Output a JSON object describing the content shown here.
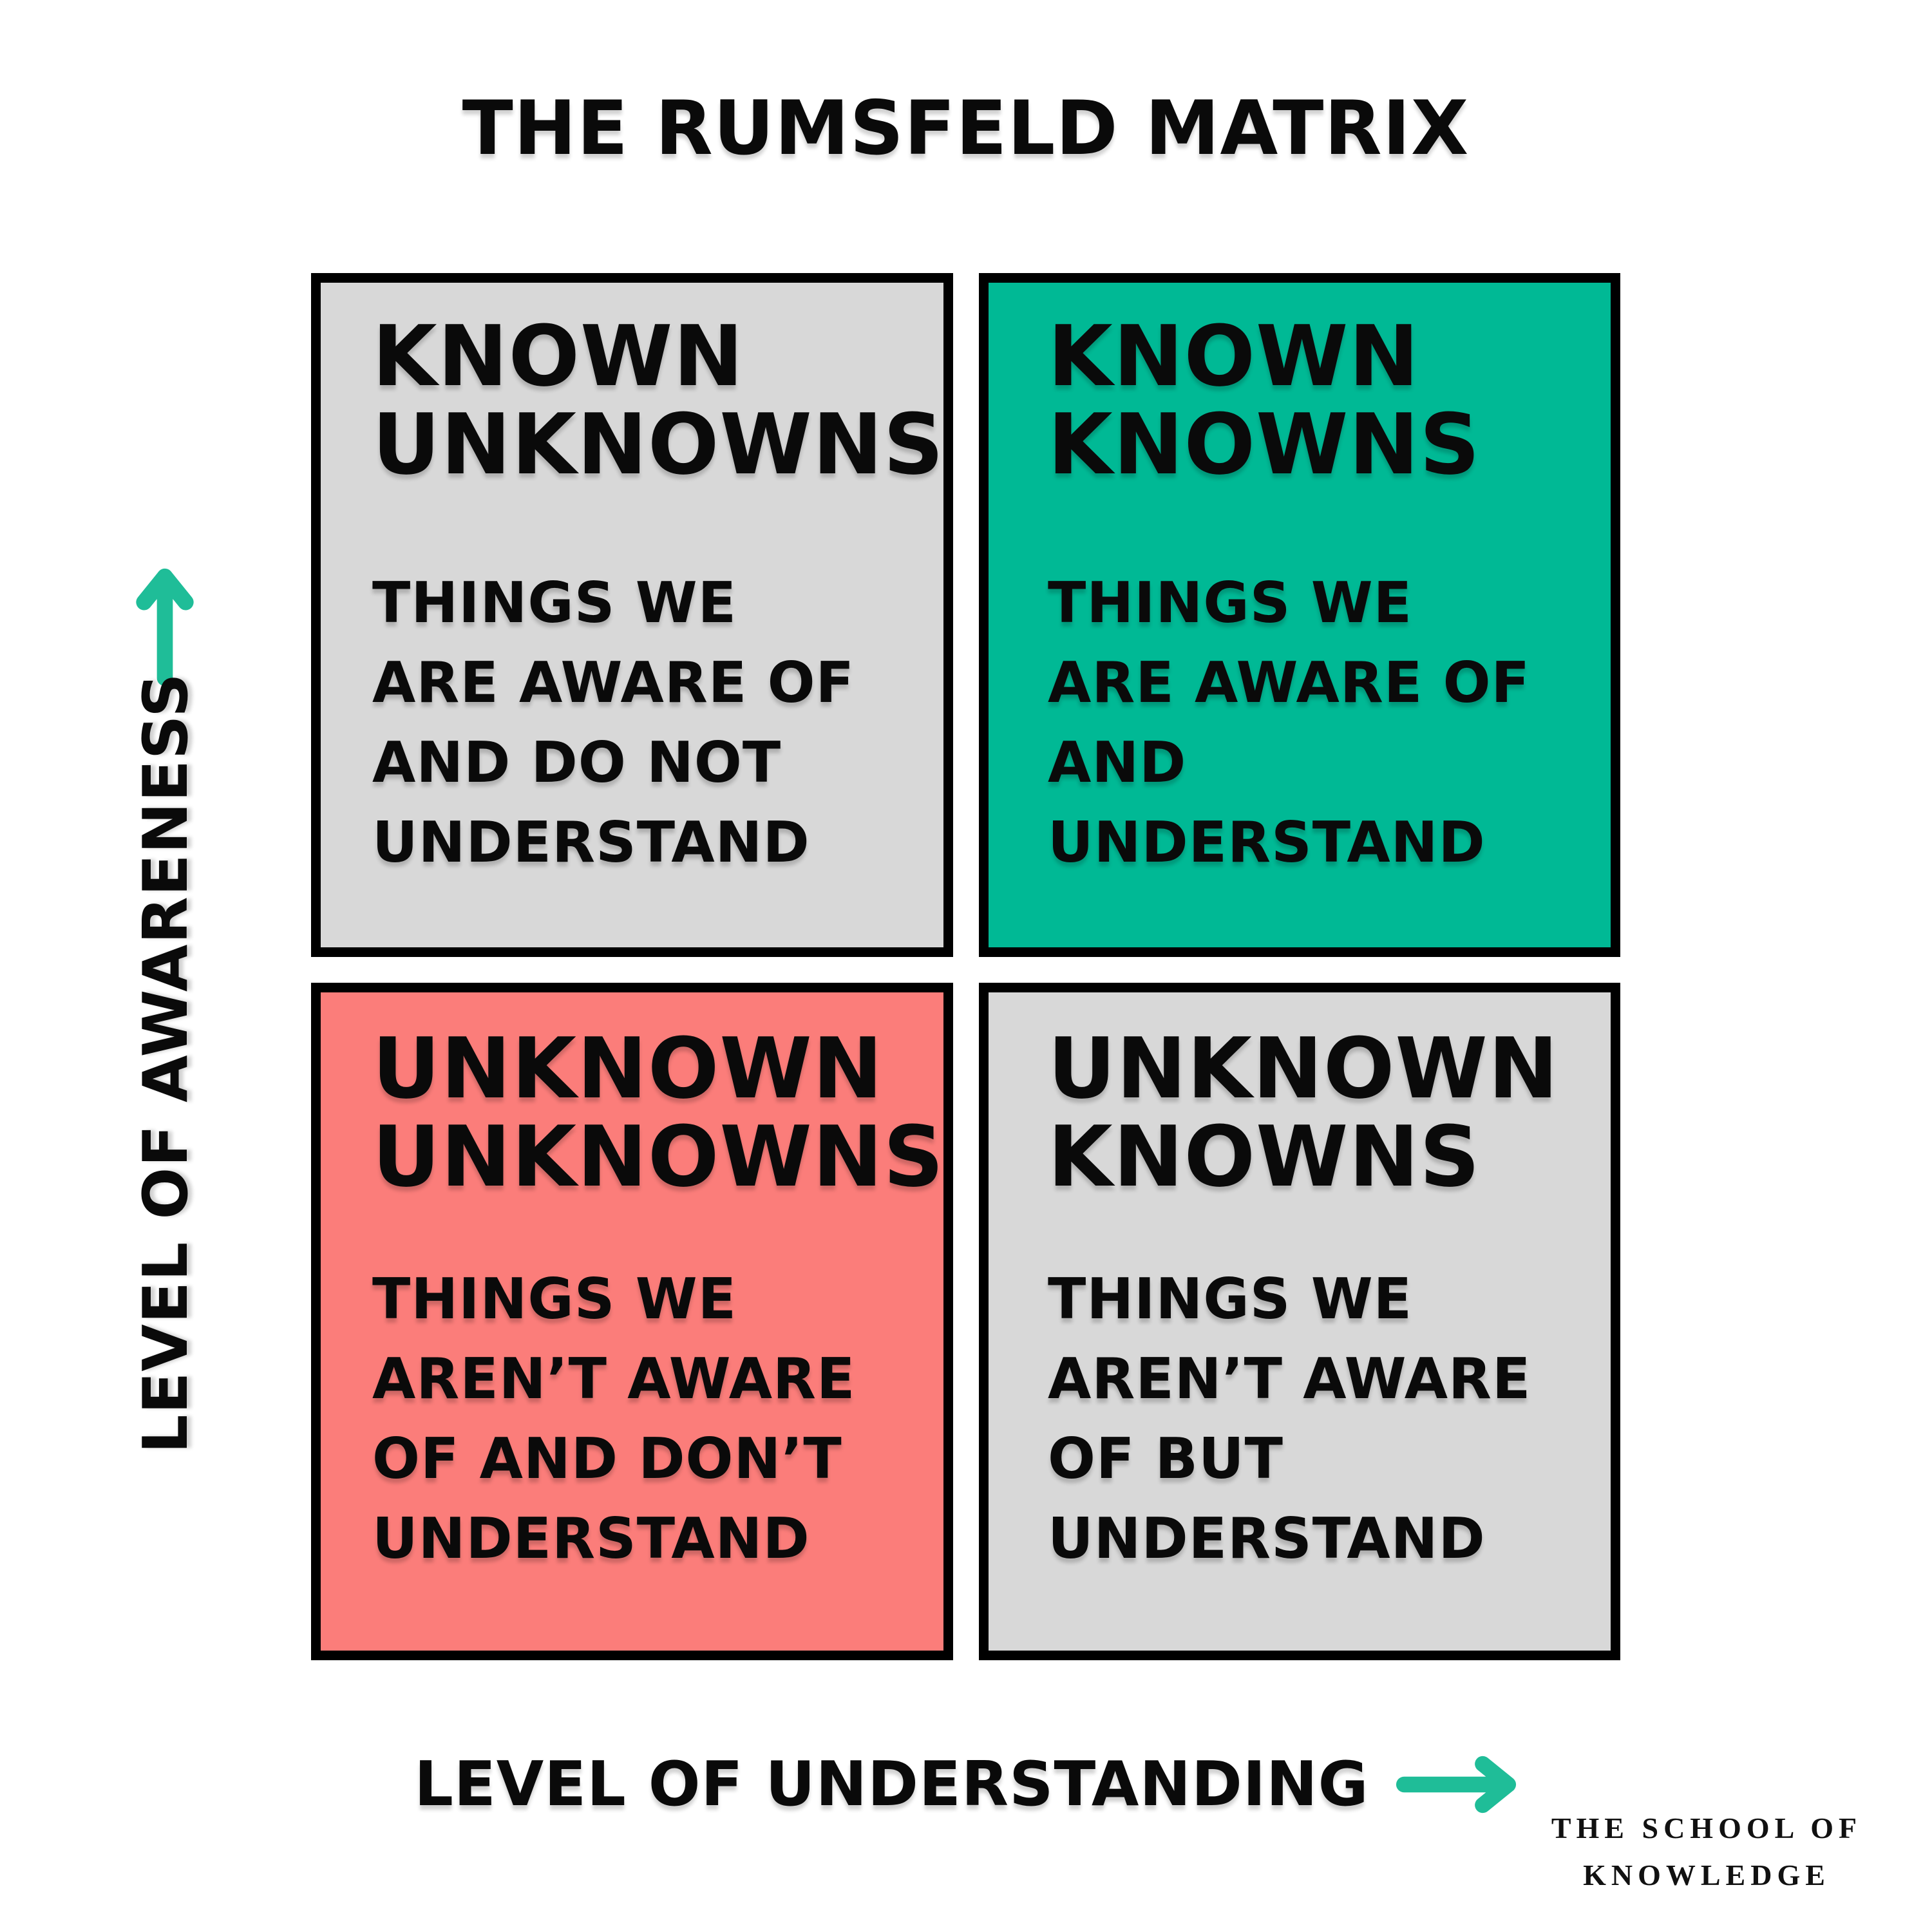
{
  "title": "THE RUMSFELD MATRIX",
  "colors": {
    "background": "#ffffff",
    "border_black": "#000000",
    "text_black": "#0a0a0a",
    "green_box": "#00b995",
    "red_box": "#fb7d7a",
    "gray_box": "#d8d8d8",
    "arrow_green": "#1fbd98"
  },
  "axes": {
    "y": {
      "label": "LEVEL OF AWARENESS",
      "arrow_direction": "up"
    },
    "x": {
      "label": "LEVEL OF UNDERSTANDING",
      "arrow_direction": "right"
    }
  },
  "quadrants": [
    {
      "id": "known-unknowns",
      "position": "top-left",
      "color": "#d8d8d8",
      "heading_lines": [
        "KNOWN",
        "UNKNOWNS"
      ],
      "body_lines": [
        "THINGS WE",
        "ARE AWARE OF",
        "AND DO NOT",
        "UNDERSTAND"
      ]
    },
    {
      "id": "known-knowns",
      "position": "top-right",
      "color": "#00b995",
      "heading_lines": [
        "KNOWN",
        "KNOWNS"
      ],
      "body_lines": [
        "THINGS WE",
        "ARE AWARE OF",
        "AND",
        "UNDERSTAND"
      ]
    },
    {
      "id": "unknown-unknowns",
      "position": "bottom-left",
      "color": "#fb7d7a",
      "heading_lines": [
        "UNKNOWN",
        "UNKNOWNS"
      ],
      "body_lines": [
        "THINGS WE",
        "AREN’T AWARE",
        "OF AND DON’T",
        "UNDERSTAND"
      ]
    },
    {
      "id": "unknown-knowns",
      "position": "bottom-right",
      "color": "#d8d8d8",
      "heading_lines": [
        "UNKNOWN",
        "KNOWNS"
      ],
      "body_lines": [
        "THINGS WE",
        "AREN’T AWARE",
        "OF BUT",
        "UNDERSTAND"
      ]
    }
  ],
  "footer": {
    "lines": [
      "THE SCHOOL OF",
      "KNOWLEDGE"
    ]
  }
}
